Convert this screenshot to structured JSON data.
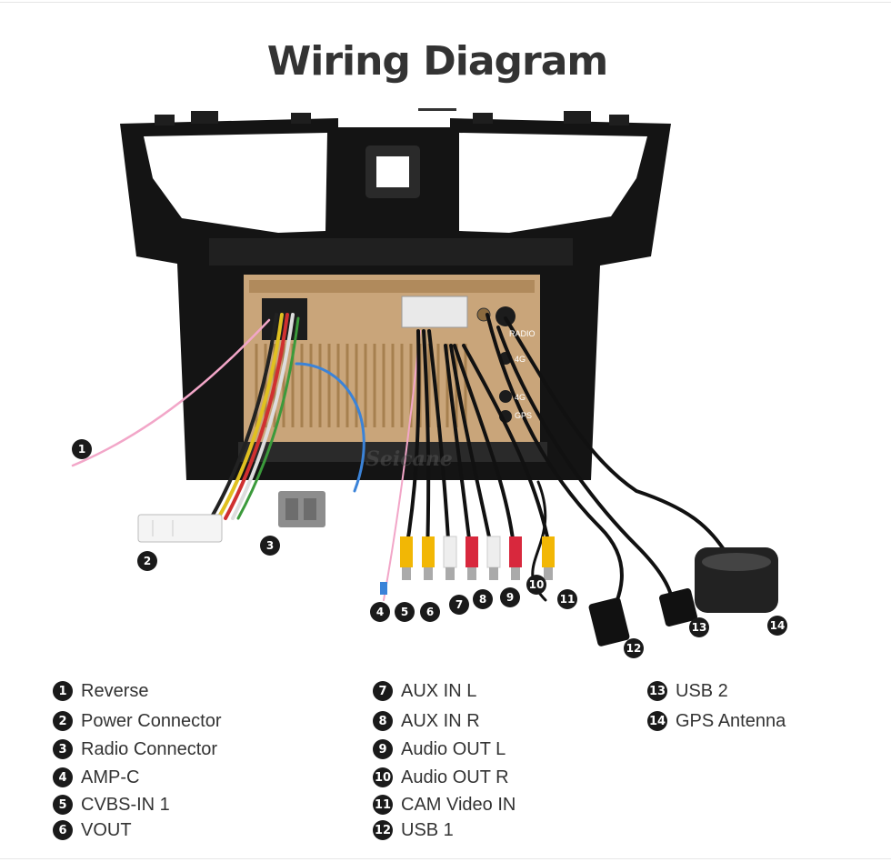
{
  "title": "Wiring Diagram",
  "brand_watermark": "Seicane",
  "unit_labels": [
    "RADIO",
    "4G",
    "4G",
    "GPS"
  ],
  "legend": [
    {
      "num": "1",
      "label": "Reverse"
    },
    {
      "num": "2",
      "label": "Power Connector"
    },
    {
      "num": "3",
      "label": "Radio Connector"
    },
    {
      "num": "4",
      "label": "AMP-C"
    },
    {
      "num": "5",
      "label": "CVBS-IN 1"
    },
    {
      "num": "6",
      "label": "VOUT"
    },
    {
      "num": "7",
      "label": "AUX IN L"
    },
    {
      "num": "8",
      "label": "AUX IN R"
    },
    {
      "num": "9",
      "label": "Audio OUT L"
    },
    {
      "num": "10",
      "label": "Audio OUT R"
    },
    {
      "num": "11",
      "label": "CAM Video IN"
    },
    {
      "num": "12",
      "label": "USB 1"
    },
    {
      "num": "13",
      "label": "USB 2"
    },
    {
      "num": "14",
      "label": "GPS Antenna"
    }
  ],
  "colors": {
    "bezel": "#141414",
    "chassis": "#c9a57a",
    "rca_yellow": "#f2b705",
    "rca_white": "#eeeeee",
    "rca_red": "#d8283d",
    "wire_pink": "#f2a6c8",
    "wire_blue": "#3b83d8"
  }
}
